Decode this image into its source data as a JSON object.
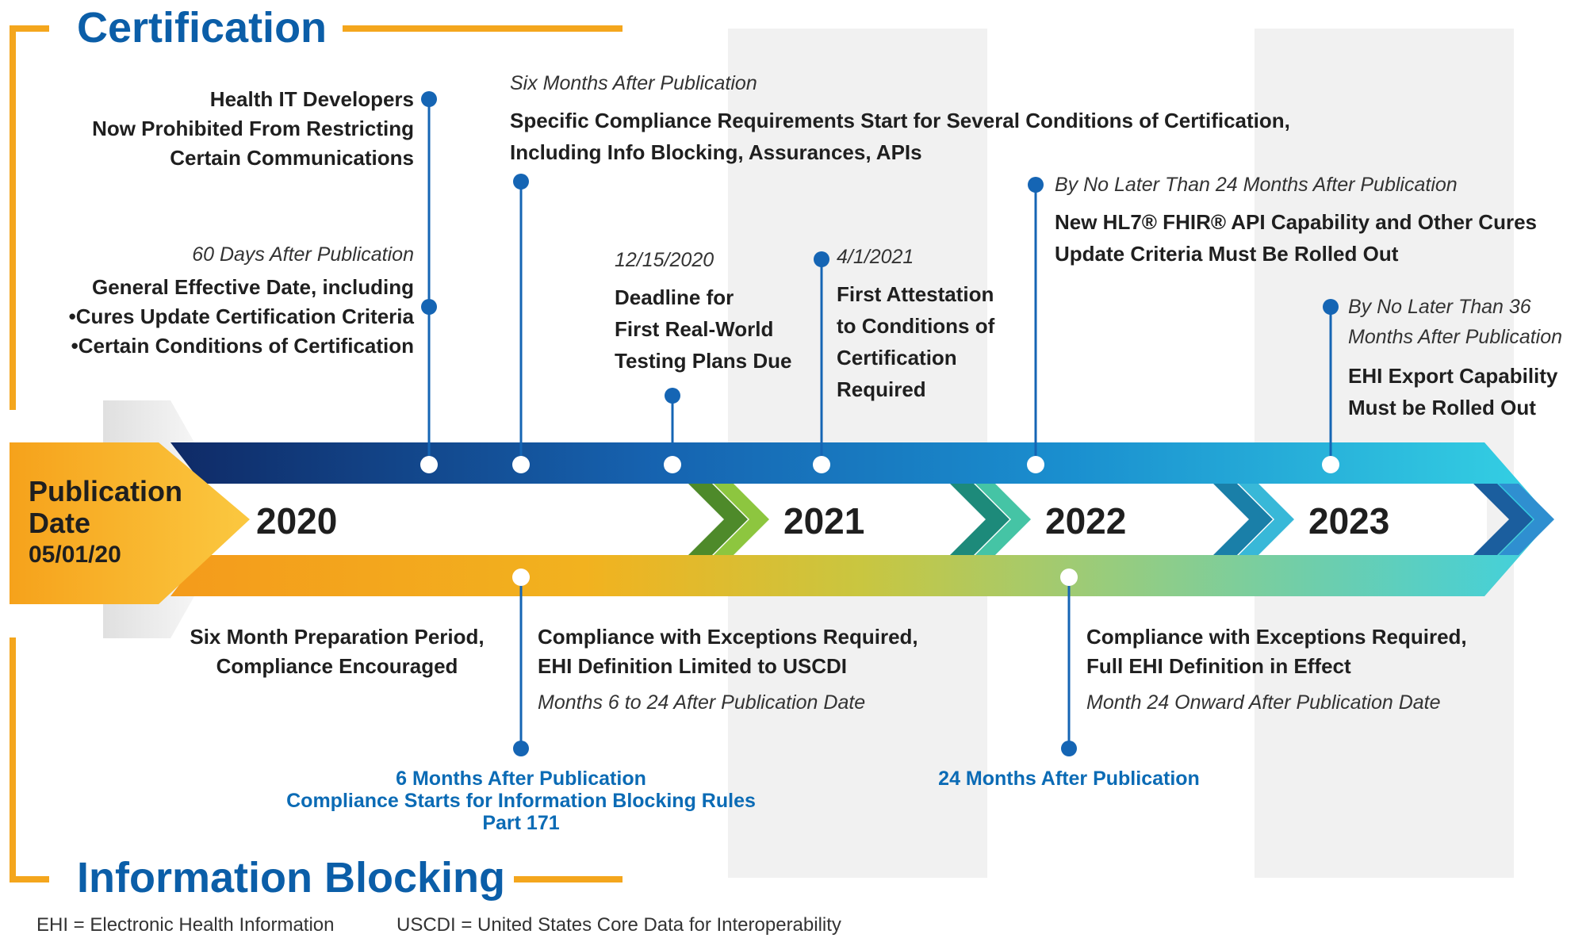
{
  "sections": {
    "certification_title": "Certification",
    "information_blocking_title": "Information Blocking"
  },
  "publication": {
    "line1": "Publication",
    "line2": "Date",
    "date": "05/01/20"
  },
  "years": [
    "2020",
    "2021",
    "2022",
    "2023"
  ],
  "certification_events": {
    "health_it": {
      "lines": [
        "Health IT Developers",
        "Now Prohibited From Restricting",
        "Certain Communications"
      ]
    },
    "sixty_days": {
      "timing": "60 Days After Publication",
      "heading": "General Effective Date, including",
      "bullets": [
        "Cures Update Certification Criteria",
        "Certain Conditions of Certification"
      ]
    },
    "six_months": {
      "timing": "Six Months After Publication",
      "lines": [
        "Specific Compliance Requirements Start for Several Conditions of Certification,",
        "Including Info Blocking, Assurances, APIs"
      ]
    },
    "real_world": {
      "date": "12/15/2020",
      "lines": [
        "Deadline for",
        "First Real-World",
        "Testing Plans Due"
      ]
    },
    "attestation": {
      "date": "4/1/2021",
      "lines": [
        "First Attestation",
        "to Conditions of",
        "Certification",
        "Required"
      ]
    },
    "fhir": {
      "timing": "By No Later Than 24 Months After Publication",
      "line1": "New HL7® FHIR® API Capability and Other Cures",
      "line2": "Update Criteria Must Be Rolled Out"
    },
    "ehi_export": {
      "timing_lines": [
        "By No Later Than 36",
        "Months After Publication"
      ],
      "lines": [
        "EHI Export Capability",
        "Must be Rolled Out"
      ]
    }
  },
  "information_blocking_events": {
    "preparation": {
      "lines": [
        "Six Month Preparation Period,",
        "Compliance Encouraged"
      ]
    },
    "uscdi_phase": {
      "lines": [
        "Compliance with Exceptions Required,",
        "EHI Definition Limited to USCDI"
      ],
      "timing": "Months 6 to 24 After Publication Date"
    },
    "full_ehi_phase": {
      "lines": [
        "Compliance with Exceptions Required,",
        "Full EHI Definition in Effect"
      ],
      "timing": "Month 24 Onward After Publication Date"
    },
    "six_month_milestone": {
      "lines": [
        "6 Months After Publication",
        "Compliance Starts for Information Blocking Rules",
        "Part 171"
      ]
    },
    "twenty_four_month_milestone": {
      "label": "24 Months After Publication"
    }
  },
  "footnotes": {
    "ehi": "EHI = Electronic Health Information",
    "uscdi": "USCDI = United States Core Data for Interoperability"
  },
  "colors": {
    "title_blue": "#0b5ea8",
    "accent_orange": "#f4a61d",
    "dot_blue": "#0b6bb5",
    "band_navy": "#0f2a66",
    "band_cyan": "#2ec6de",
    "band_orange": "#f7a21c",
    "year_shade": "#f1f1f1"
  }
}
